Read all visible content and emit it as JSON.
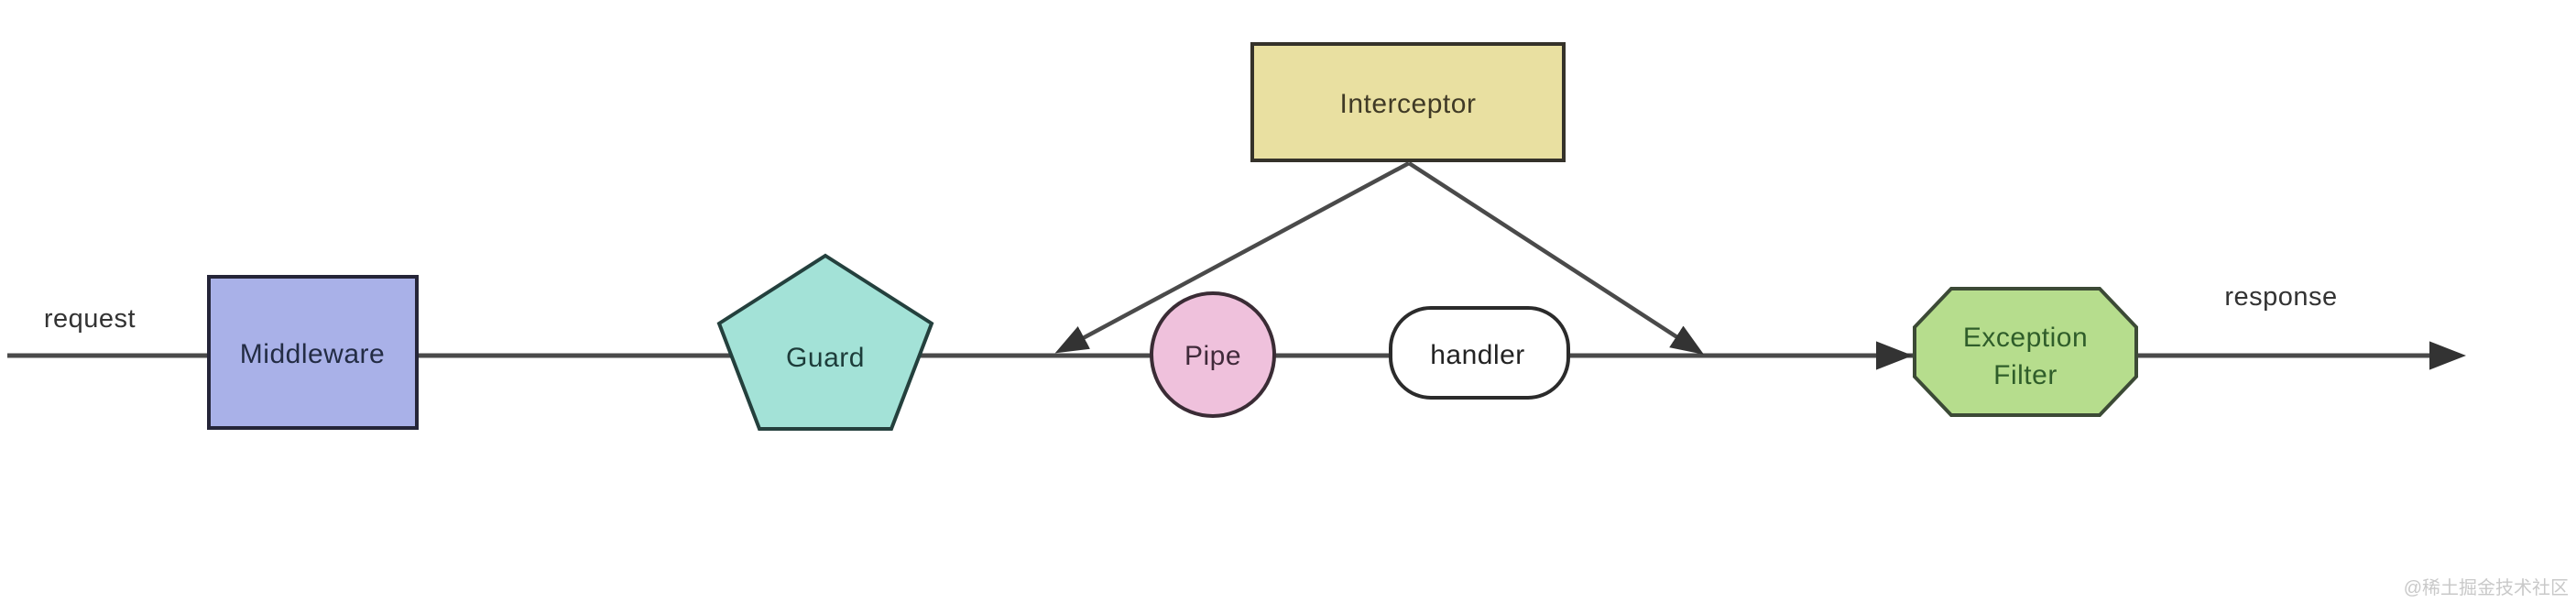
{
  "flow": {
    "request_label": "request",
    "response_label": "response"
  },
  "nodes": [
    {
      "id": "middleware",
      "label": "Middleware",
      "shape": "rectangle",
      "fill": "#a9b1e8"
    },
    {
      "id": "guard",
      "label": "Guard",
      "shape": "pentagon",
      "fill": "#a3e2d7"
    },
    {
      "id": "interceptor",
      "label": "Interceptor",
      "shape": "rectangle",
      "fill": "#e9e0a1"
    },
    {
      "id": "pipe",
      "label": "Pipe",
      "shape": "circle",
      "fill": "#efc1dc"
    },
    {
      "id": "handler",
      "label": "handler",
      "shape": "rounded-rectangle",
      "fill": "#ffffff"
    },
    {
      "id": "exception-filter",
      "label": "Exception Filter",
      "label_line1": "Exception",
      "label_line2": "Filter",
      "shape": "octagon",
      "fill": "#b6dd8d"
    }
  ],
  "edges": [
    {
      "from": "request",
      "to": "middleware",
      "style": "line"
    },
    {
      "from": "middleware",
      "to": "guard",
      "style": "line"
    },
    {
      "from": "guard",
      "to": "pipe",
      "style": "line"
    },
    {
      "from": "pipe",
      "to": "handler",
      "style": "line"
    },
    {
      "from": "interceptor",
      "to": "flow-line-before-pipe",
      "style": "arrow"
    },
    {
      "from": "interceptor",
      "to": "flow-line-after-handler",
      "style": "arrow"
    },
    {
      "from": "handler",
      "to": "exception-filter",
      "style": "arrow"
    },
    {
      "from": "exception-filter",
      "to": "response",
      "style": "arrow"
    }
  ],
  "watermark": {
    "text": "@稀土掘金技术社区",
    "color": "#c9c9c9"
  },
  "colors": {
    "background": "#ffffff",
    "line": "#4a4a4a",
    "arrowhead": "#333333",
    "label_text": "#333333",
    "exception_text": "#2f5d2a"
  }
}
